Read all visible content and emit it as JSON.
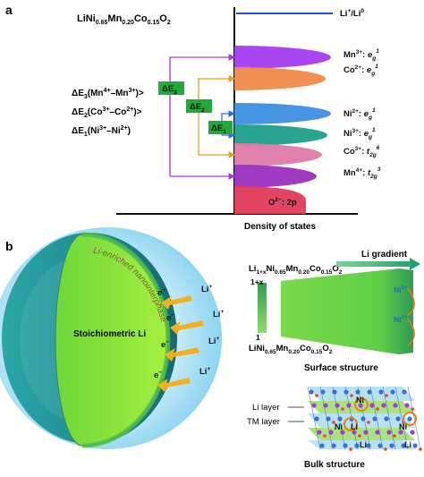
{
  "panel_a": {
    "label": "a",
    "formula": {
      "main": "LiNi",
      "n1": "0.65",
      "m": "Mn",
      "n2": "0.20",
      "c": "Co",
      "n3": "0.15",
      "o": "O",
      "n4": "2"
    },
    "fermi": {
      "a": "Li",
      "sup1": "+",
      "b": "/Li",
      "sup2": "0"
    },
    "xlabel": "Density of states",
    "inequality": {
      "line1": {
        "a": "ΔE",
        "s": "3",
        "b": "(Mn",
        "p1": "4+",
        "c": "–Mn",
        "p2": "3+",
        "d": ")>"
      },
      "line2": {
        "a": "ΔE",
        "s": "2",
        "b": "(Co",
        "p1": "3+",
        "c": "–Co",
        "p2": "2+",
        "d": ")>"
      },
      "line3": {
        "a": "ΔE",
        "s": "1",
        "b": "(Ni",
        "p1": "3+",
        "c": "–Ni",
        "p2": "2+",
        "d": ")"
      }
    },
    "gaps": [
      {
        "a": "ΔE",
        "s": "3"
      },
      {
        "a": "ΔE",
        "s": "2"
      },
      {
        "a": "ΔE",
        "s": "1"
      }
    ],
    "levels": [
      {
        "ion": "Mn",
        "charge": "3+",
        "orb": "e",
        "sub": "g",
        "occ": "1",
        "color": "#a33cf0"
      },
      {
        "ion": "Co",
        "charge": "2+",
        "orb": "e",
        "sub": "g",
        "occ": "1",
        "color": "#f08a4a"
      },
      {
        "ion": "Ni",
        "charge": "2+",
        "orb": "e",
        "sub": "g",
        "occ": "1",
        "color": "#3d8fe0"
      },
      {
        "ion": "Ni",
        "charge": "3+",
        "orb": "e",
        "sub": "g",
        "occ": "1",
        "color": "#1f9e8a"
      },
      {
        "ion": "Co",
        "charge": "3+",
        "orb": "t",
        "sub": "2g",
        "occ": "6",
        "color": "#e07aa6"
      },
      {
        "ion": "Mn",
        "charge": "4+",
        "orb": "t",
        "sub": "2g",
        "occ": "3",
        "color": "#9a2fbf"
      },
      {
        "ion": "O",
        "charge": "2−",
        "orb": "2p",
        "color": "#e03a5a"
      }
    ],
    "colors": {
      "dE3": "#a23dd8",
      "dE2": "#e6a020",
      "dE1": "#2f6fd6",
      "gap_box": "#1faa3a",
      "fermi": "#1f4fd0"
    }
  },
  "panel_b": {
    "label": "b",
    "interphase": "Li-enriched nanointerphase",
    "core": "Stoichiometric Li",
    "electron": {
      "a": "e",
      "sup": "−"
    },
    "li_ion": {
      "a": "Li",
      "sup": "+"
    },
    "surface": {
      "top_formula": {
        "a": "Li",
        "s1": "1+x",
        "b": "Ni",
        "s2": "0.65",
        "c": "Mn",
        "s3": "0.20",
        "d": "Co",
        "s4": "0.15",
        "e": "O",
        "s5": "2"
      },
      "bottom_formula": {
        "a": "LiNi",
        "s1": "0.65",
        "b": "Mn",
        "s2": "0.20",
        "c": "Co",
        "s3": "0.15",
        "d": "O",
        "s4": "2"
      },
      "bar_top": "1+x",
      "bar_bottom": "1",
      "gradient_label": "Li gradient",
      "ni_labels": [
        {
          "a": "Ni",
          "sup": "2+"
        },
        {
          "a": "Ni",
          "sup": "3+"
        }
      ],
      "title": "Surface structure"
    },
    "bulk": {
      "li_layer": "Li layer",
      "tm_layer": "TM layer",
      "atoms": [
        "Ni",
        "Ni",
        "Li",
        "Ni",
        "Li",
        "Li"
      ],
      "title": "Bulk structure"
    }
  }
}
